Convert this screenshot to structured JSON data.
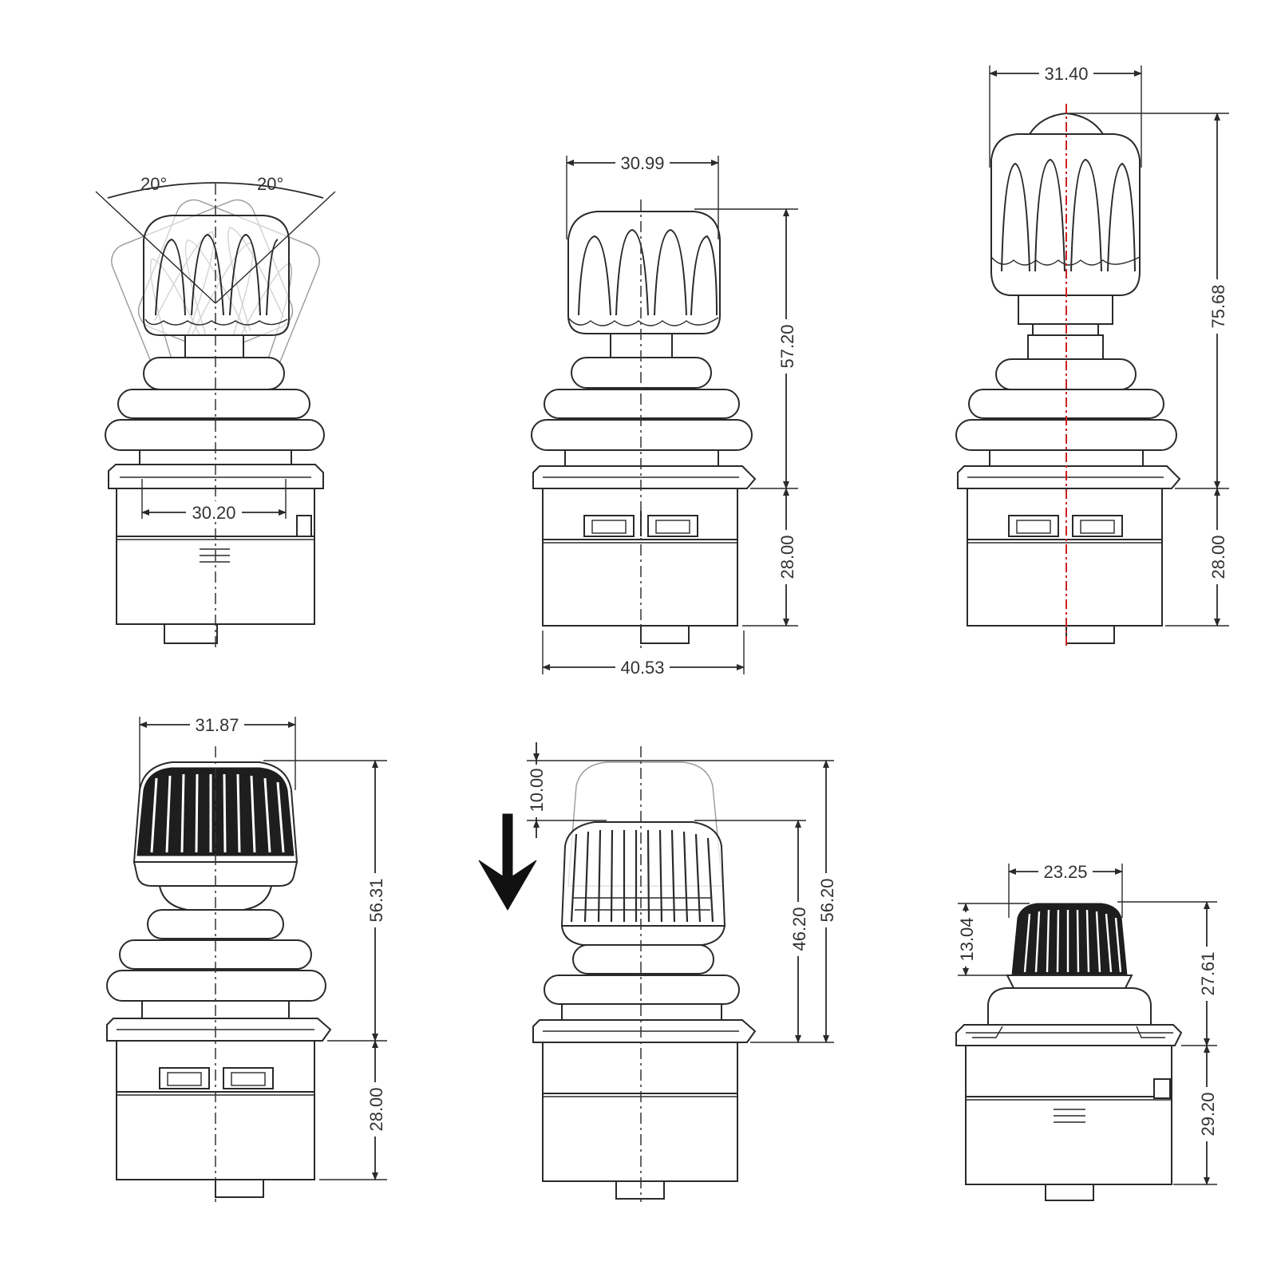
{
  "colors": {
    "line": "#2a2a2a",
    "centerline_red": "#cc2222",
    "arrow": "#111111"
  },
  "views": [
    {
      "id": "tilt",
      "labels": {
        "angle_left": "20°",
        "angle_right": "20°",
        "width": "30.20"
      }
    },
    {
      "id": "front",
      "labels": {
        "width": "30.99",
        "upper_height": "57.20",
        "lower_height": "28.00",
        "base_width": "40.53"
      }
    },
    {
      "id": "tall",
      "labels": {
        "width": "31.40",
        "total_height": "75.68",
        "lower_height": "28.00"
      }
    },
    {
      "id": "ribbed",
      "labels": {
        "width": "31.87",
        "upper_height": "56.31",
        "lower_height": "28.00"
      }
    },
    {
      "id": "push",
      "labels": {
        "travel": "10.00",
        "pressed_height": "46.20",
        "free_height": "56.20"
      }
    },
    {
      "id": "compact",
      "labels": {
        "width": "23.25",
        "knob_height": "13.04",
        "upper_height": "27.61",
        "lower_height": "29.20"
      }
    }
  ]
}
